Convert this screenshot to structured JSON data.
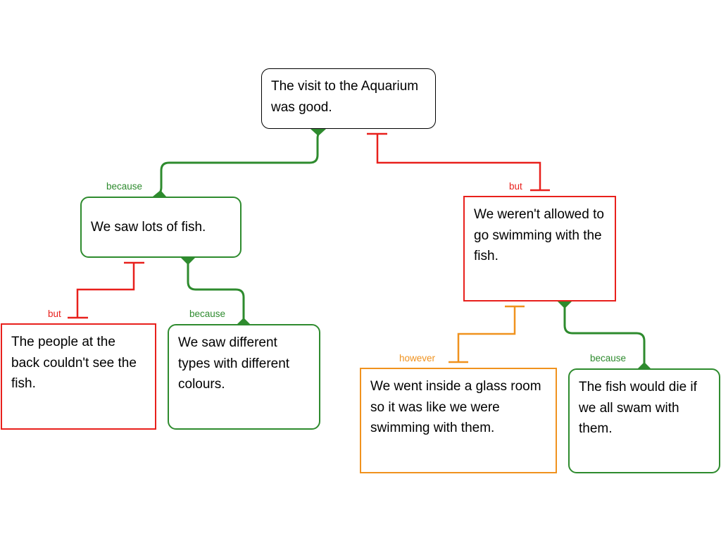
{
  "colors": {
    "claim": "#000000",
    "reason": "#2e8b2e",
    "objection": "#e8201c",
    "rebuttal": "#f0921e"
  },
  "nodes": {
    "claim": "The visit to the Aquarium was good.",
    "reason_fish": "We saw lots of fish.",
    "objection_swim": "We weren't allowed to go swimming with the fish.",
    "objection_back": "The people at the back couldn't see the fish.",
    "reason_types": "We saw different types with different colours.",
    "rebuttal_glass": "We went inside a glass room so it was like we were swimming with them.",
    "reason_die": "The fish would die if we all swam with them."
  },
  "labels": {
    "because_1": "because",
    "but_1": "but",
    "but_2": "but",
    "because_2": "because",
    "however_1": "however",
    "because_3": "because"
  }
}
